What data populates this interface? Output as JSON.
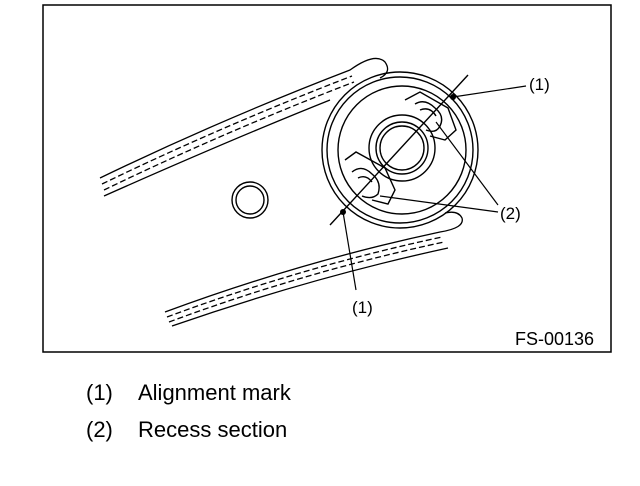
{
  "figure": {
    "code": "FS-00136",
    "callouts": {
      "alignment_mark_top": "(1)",
      "alignment_mark_bottom": "(1)",
      "recess_section": "(2)"
    }
  },
  "legend": [
    {
      "num": "(1)",
      "label": "Alignment mark"
    },
    {
      "num": "(2)",
      "label": "Recess section"
    }
  ]
}
